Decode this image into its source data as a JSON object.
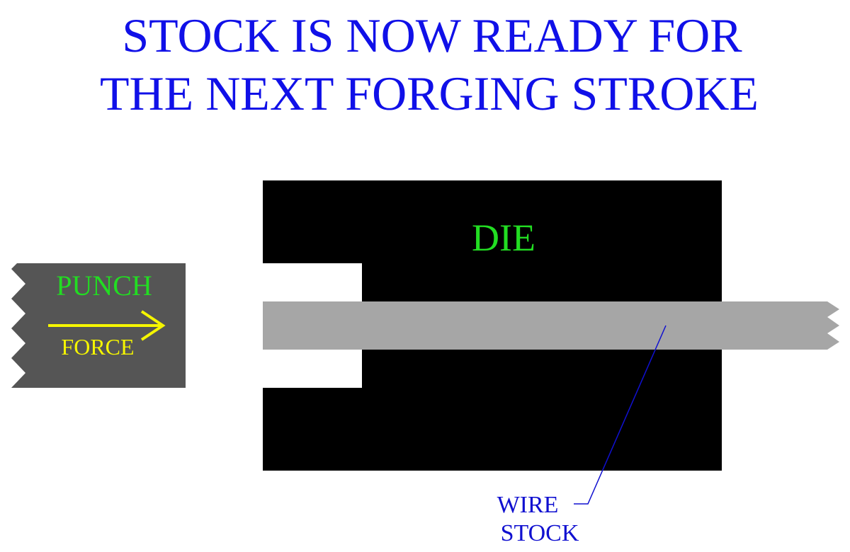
{
  "title": {
    "line1": "STOCK IS NOW READY FOR",
    "line2": "THE NEXT FORGING STROKE"
  },
  "die": {
    "label": "DIE"
  },
  "punch": {
    "label": "PUNCH",
    "force_label": "FORCE"
  },
  "wire_stock": {
    "label_line1": "WIRE",
    "label_line2": "STOCK"
  },
  "colors": {
    "title": "#1010e8",
    "die_fill": "#000000",
    "die_label": "#22dd22",
    "stock_fill": "#a6a6a6",
    "punch_fill": "#555555",
    "punch_label": "#22dd22",
    "force": "#f5f500",
    "callout": "#1010d0",
    "background": "#ffffff"
  }
}
